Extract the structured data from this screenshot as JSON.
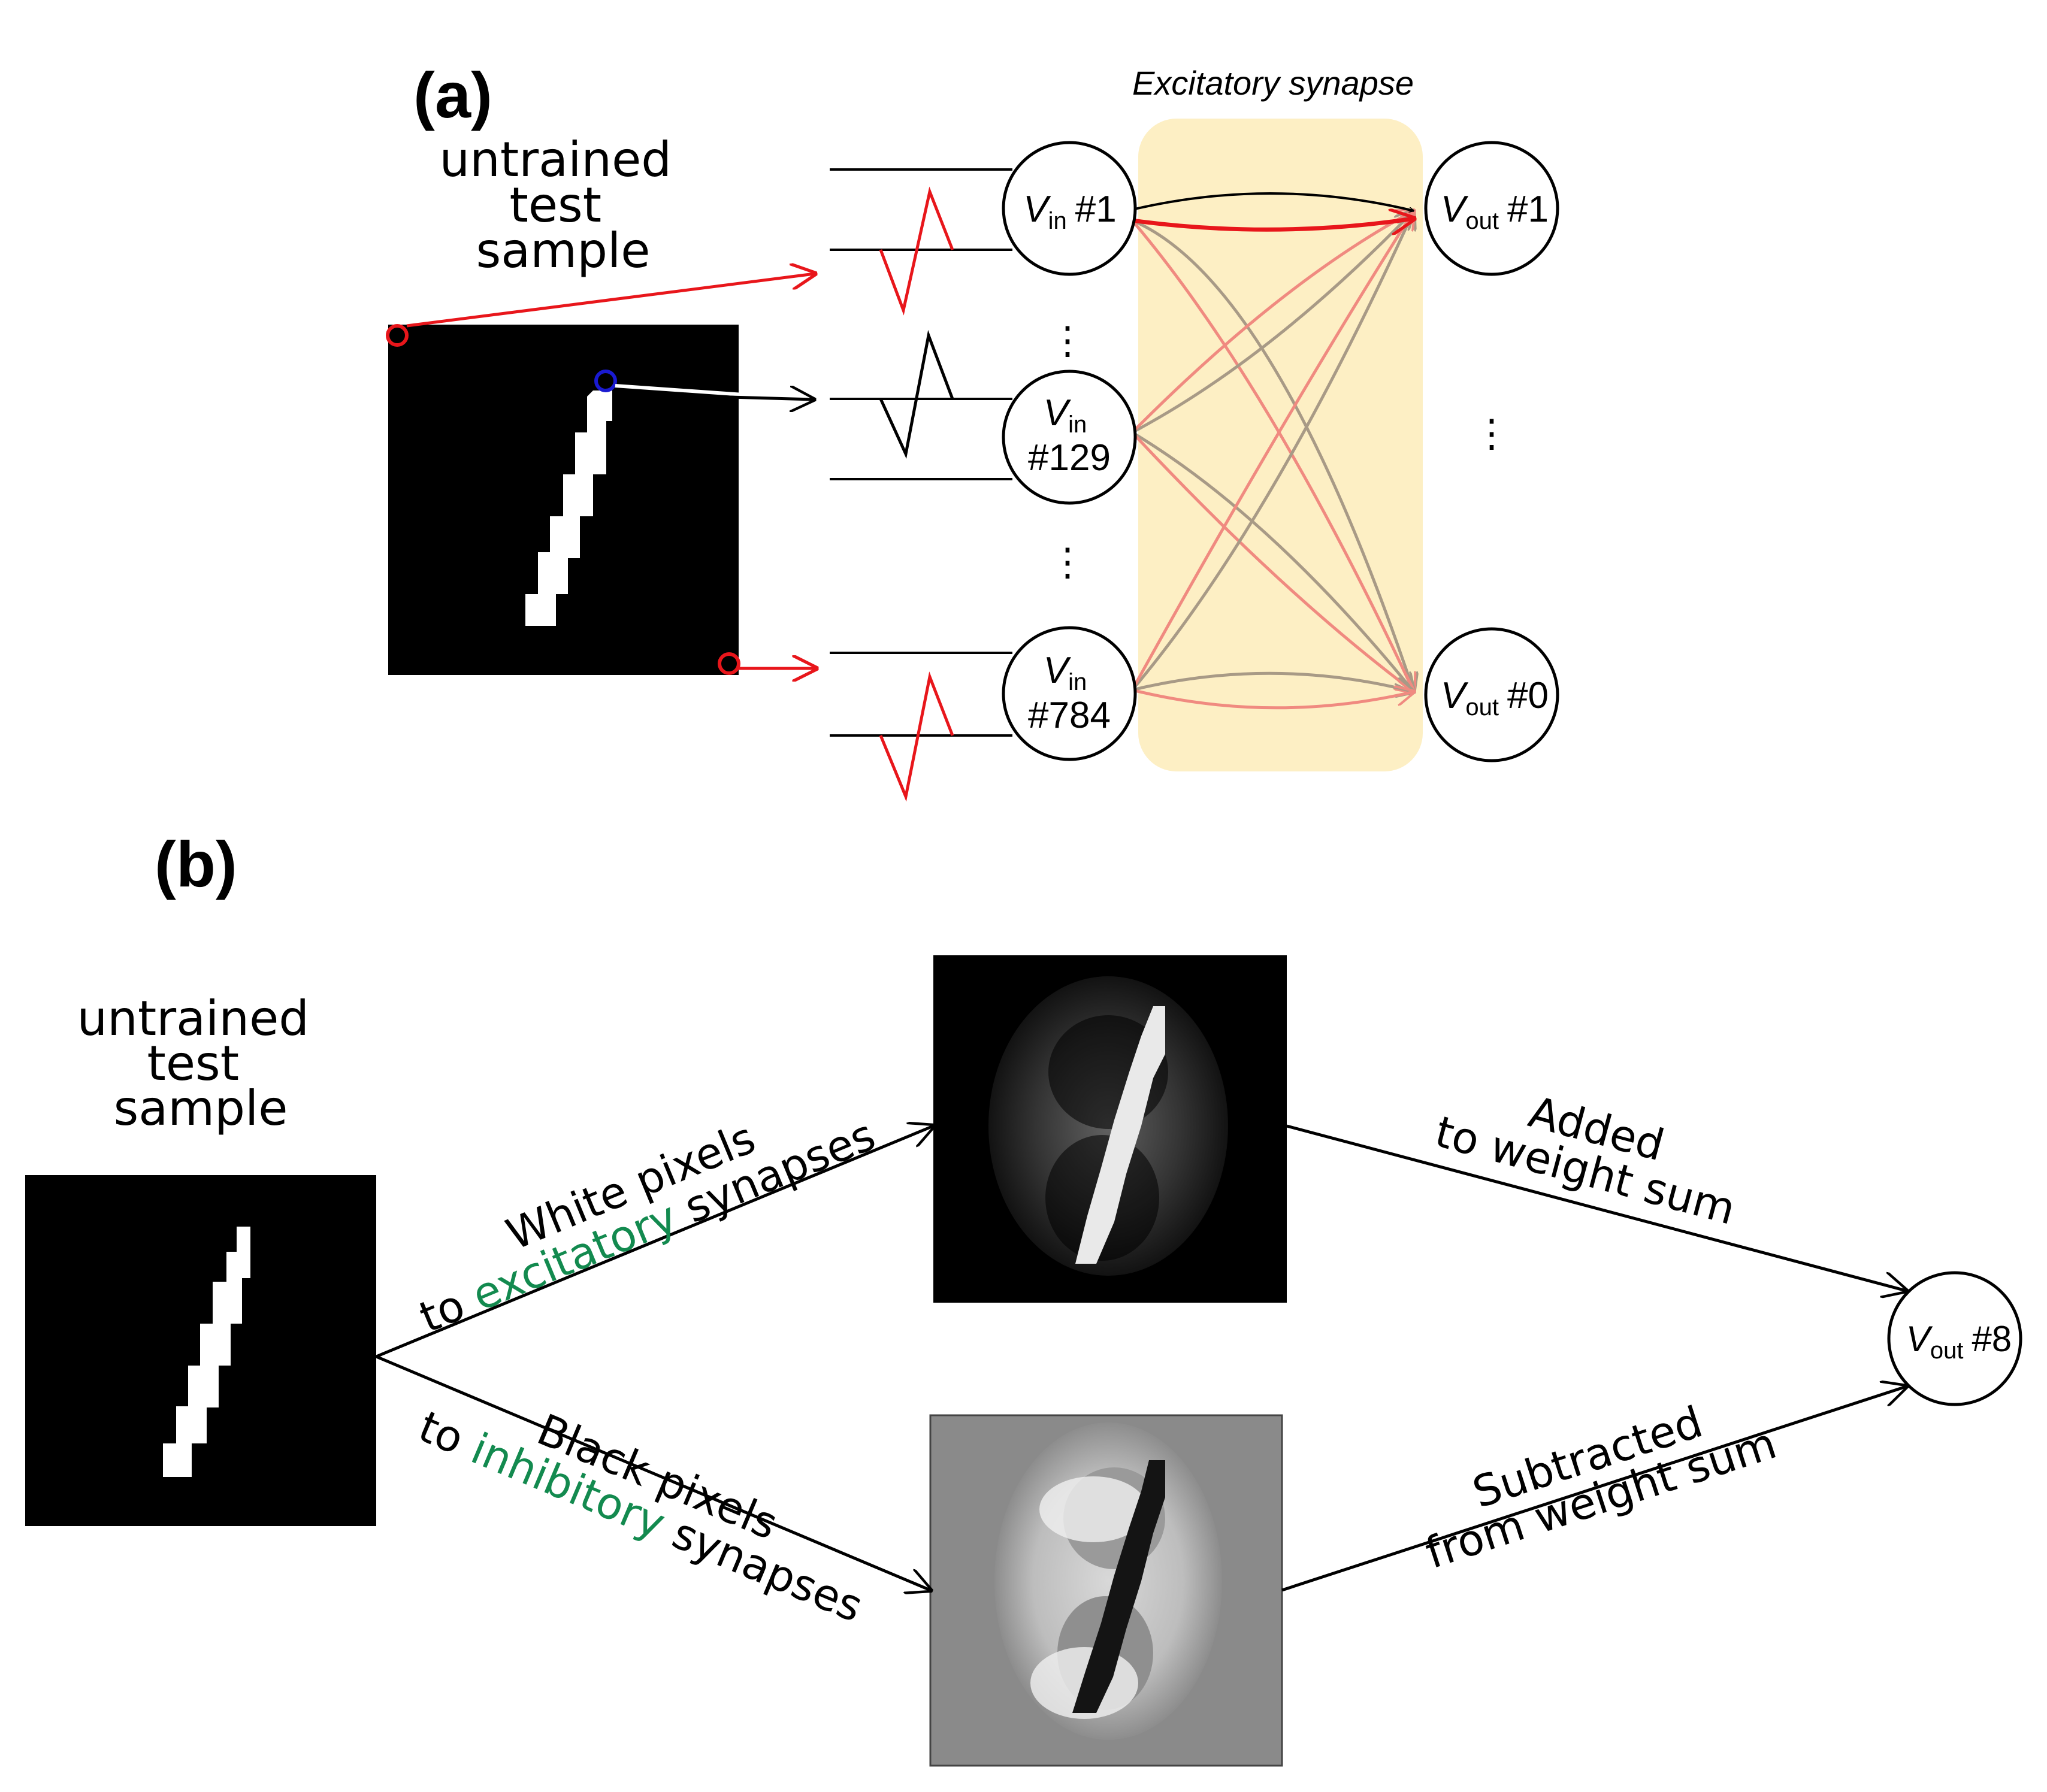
{
  "panel_a": {
    "label": "(a)",
    "sample_label": [
      "untrained",
      "test",
      "sample"
    ],
    "synapse_label": "Excitatory synapse",
    "inputs": [
      {
        "v": "V",
        "sub": "in",
        "id": "#1"
      },
      {
        "v": "V",
        "sub": "in",
        "id": "#129"
      },
      {
        "v": "V",
        "sub": "in",
        "id": "#784"
      }
    ],
    "outputs": [
      {
        "v": "V",
        "sub": "out",
        "id": "#1"
      },
      {
        "v": "V",
        "sub": "out",
        "id": "#0"
      }
    ],
    "ellipsis": "⋮"
  },
  "panel_b": {
    "label": "(b)",
    "sample_label": [
      "untrained",
      "test",
      "sample"
    ],
    "upper_path": {
      "line1": "White pixels",
      "line2_pre": "to ",
      "line2_key": "excitatory",
      "line2_post": " synapses"
    },
    "lower_path": {
      "line1": "Black pixels",
      "line2_pre": "to ",
      "line2_key": "inhibitory",
      "line2_post": " synapses"
    },
    "upper_result": [
      "Added",
      "to weight sum"
    ],
    "lower_result": [
      "Subtracted",
      "from weight sum"
    ],
    "output": {
      "v": "V",
      "sub": "out",
      "id": "#8"
    }
  },
  "colors": {
    "signal_red": "#e8161b",
    "synapse_box": "#fdefc4",
    "highlight_green": "#138a4f",
    "pixel_marker_blue": "#1a1ad0"
  }
}
